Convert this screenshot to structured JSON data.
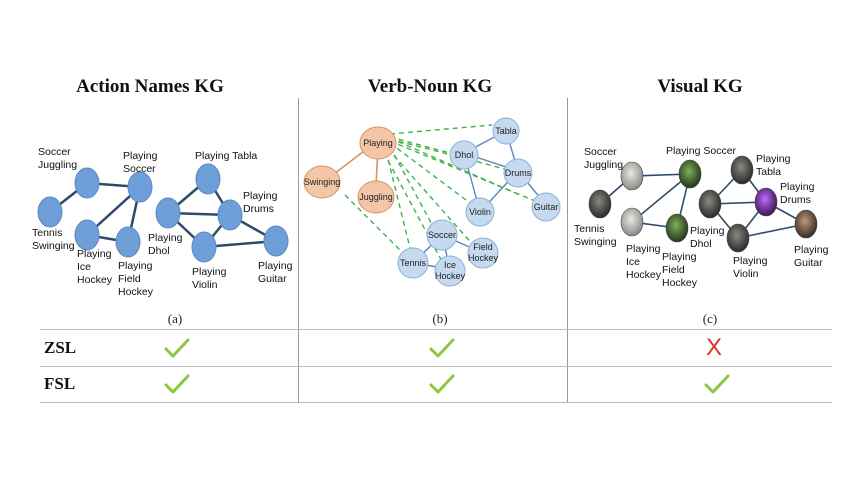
{
  "titles": {
    "a": "Action Names KG",
    "b": "Verb-Noun KG",
    "c": "Visual KG"
  },
  "sublabels": {
    "a": "(a)",
    "b": "(b)",
    "c": "(c)"
  },
  "panel_a": {
    "labels": {
      "soccer_juggling_1": "Soccer",
      "soccer_juggling_2": "Juggling",
      "playing_soccer_1": "Playing",
      "playing_soccer_2": "Soccer",
      "playing_tabla": "Playing  Tabla",
      "playing_drums_1": "Playing",
      "playing_drums_2": "Drums",
      "tennis_swinging_1": "Tennis",
      "tennis_swinging_2": "Swinging",
      "playing_dhol_1": "Playing",
      "playing_dhol_2": "Dhol",
      "playing_ice_hockey_1": "Playing",
      "playing_ice_hockey_2": "Ice",
      "playing_ice_hockey_3": "Hockey",
      "playing_field_hockey_1": "Playing",
      "playing_field_hockey_2": "Field",
      "playing_field_hockey_3": "Hockey",
      "playing_violin_1": "Playing",
      "playing_violin_2": "Violin",
      "playing_guitar_1": "Playing",
      "playing_guitar_2": "Guitar"
    }
  },
  "panel_b": {
    "verb_nodes": {
      "playing": "Playing",
      "swinging": "Swinging",
      "juggling": "Juggling"
    },
    "noun_nodes": {
      "tabla": "Tabla",
      "dhol": "Dhol",
      "drums": "Drums",
      "violin": "Violin",
      "guitar": "Guitar",
      "soccer": "Soccer",
      "field_hockey_1": "Field",
      "field_hockey_2": "Hockey",
      "tennis": "Tennis",
      "ice_hockey_1": "Ice",
      "ice_hockey_2": "Hockey"
    },
    "colors": {
      "verb_fill": "#f4c6a8",
      "verb_edge": "#d9905e",
      "noun_fill": "#c5d9ef",
      "noun_edge": "#8fb0d6",
      "dashed": "#3db34a"
    }
  },
  "panel_c": {
    "labels": {
      "soccer_juggling_1": "Soccer",
      "soccer_juggling_2": "Juggling",
      "playing_soccer": "Playing Soccer",
      "playing_tabla_1": "Playing",
      "playing_tabla_2": "Tabla",
      "playing_drums_1": "Playing",
      "playing_drums_2": "Drums",
      "tennis_swinging_1": "Tennis",
      "tennis_swinging_2": "Swinging",
      "playing_dhol_1": "Playing",
      "playing_dhol_2": "Dhol",
      "playing_ice_hockey_1": "Playing",
      "playing_ice_hockey_2": "Ice",
      "playing_ice_hockey_3": "Hockey",
      "playing_field_hockey_1": "Playing",
      "playing_field_hockey_2": "Field",
      "playing_field_hockey_3": "Hockey",
      "playing_violin_1": "Playing",
      "playing_violin_2": "Violin",
      "playing_guitar_1": "Playing",
      "playing_guitar_2": "Guitar"
    }
  },
  "table": {
    "rows": [
      {
        "label": "ZSL",
        "a": "check",
        "b": "check",
        "c": "cross"
      },
      {
        "label": "FSL",
        "a": "check",
        "b": "check",
        "c": "check"
      }
    ],
    "colors": {
      "check": "#8dc63f",
      "cross": "#d9342b"
    },
    "glyphs": {
      "cross": "X"
    }
  },
  "colors": {
    "node_a": "#6f9fd8",
    "edge_a": "#2e4a6b"
  }
}
